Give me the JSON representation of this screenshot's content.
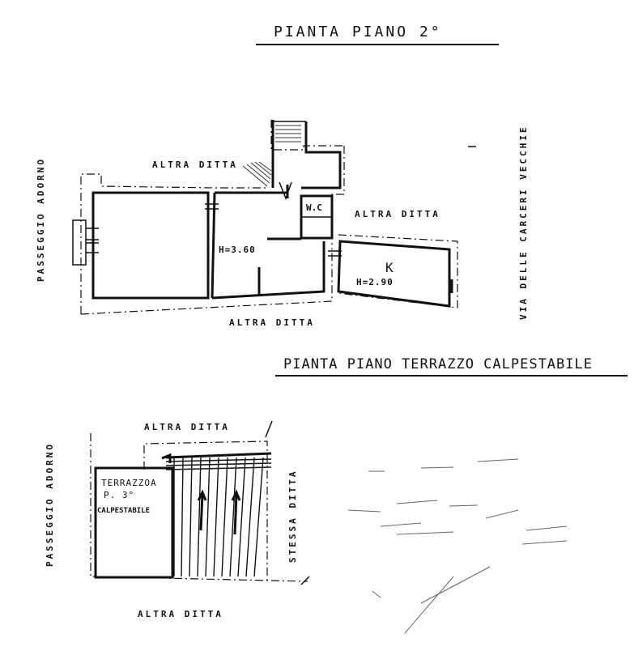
{
  "floor2": {
    "title": "PIANTA PIANO 2°",
    "adjacent_top": "ALTRA DITTA",
    "adjacent_right": "ALTRA DITTA",
    "adjacent_bottom": "ALTRA DITTA",
    "left_street": "PASSEGGIO ADORNO",
    "right_street": "VIA DELLE CARCERI VECCHIE",
    "wc_label": "W.C",
    "room_height": "H=3.60",
    "kitchen_label": "K",
    "kitchen_height": "H=2.90"
  },
  "terrace": {
    "title": "PIANTA PIANO TERRAZZO CALPESTABILE",
    "adjacent_top": "ALTRA DITTA",
    "adjacent_bottom": "ALTRA DITTA",
    "adjacent_right": "STESSA DITTA",
    "left_street": "PASSEGGIO ADORNO",
    "room_line1": "TERRAZZOA",
    "room_line2": "P. 3°",
    "room_line3": "CALPESTABILE"
  }
}
